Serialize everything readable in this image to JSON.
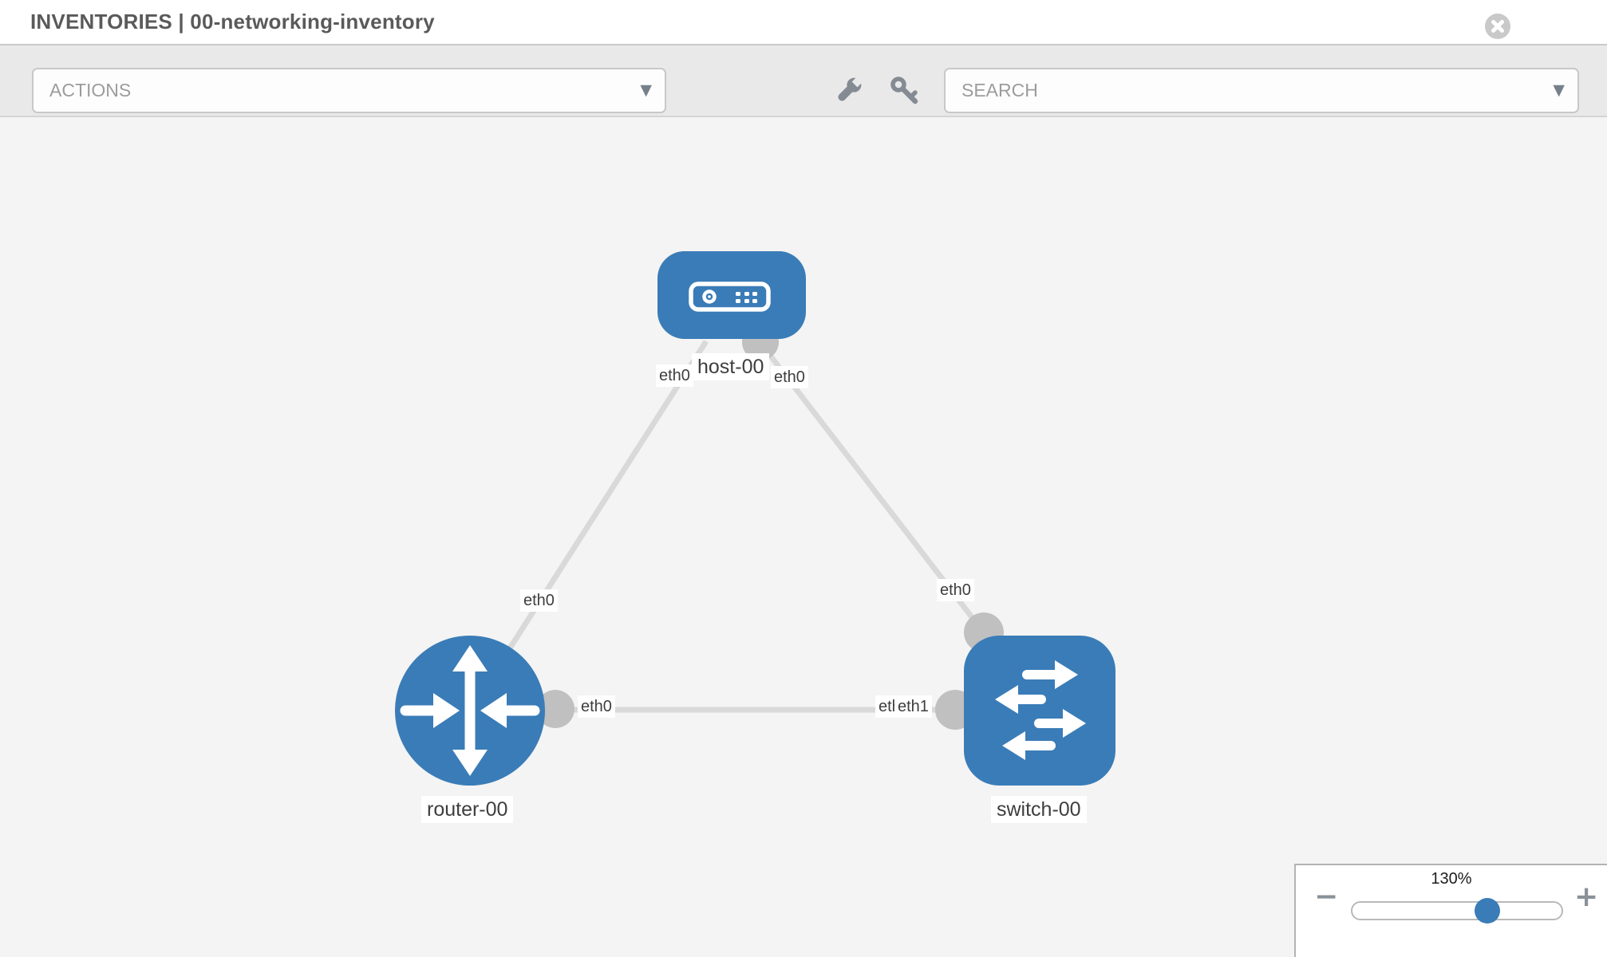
{
  "header": {
    "title": "INVENTORIES | 00-networking-inventory"
  },
  "toolbar": {
    "actions_label": "ACTIONS",
    "search_placeholder": "SEARCH"
  },
  "icons": {
    "dropdown": "▼",
    "minus": "−",
    "plus": "+"
  },
  "colors": {
    "node_blue": "#3a7cb7",
    "port_gray": "#c0c0c0",
    "link_gray": "#d9d9d9",
    "toolbar_icon_gray": "#848b93"
  },
  "topology": {
    "nodes": [
      {
        "id": "host-00",
        "type": "host",
        "label": "host-00"
      },
      {
        "id": "router-00",
        "type": "router",
        "label": "router-00"
      },
      {
        "id": "switch-00",
        "type": "switch",
        "label": "switch-00"
      }
    ],
    "links": [
      {
        "source": "host-00",
        "source_interface": "eth0",
        "target": "router-00",
        "target_interface": "eth0"
      },
      {
        "source": "host-00",
        "source_interface": "eth0",
        "target": "switch-00",
        "target_interface": "eth0"
      },
      {
        "source": "router-00",
        "source_interface": "eth0",
        "target": "switch-00",
        "target_interface": "eth1"
      }
    ],
    "interface_labels": [
      {
        "id": "host-left",
        "text": "eth0"
      },
      {
        "id": "host-right",
        "text": "eth0"
      },
      {
        "id": "router-top",
        "text": "eth0"
      },
      {
        "id": "switch-top",
        "text": "eth0"
      },
      {
        "id": "router-right",
        "text": "eth0"
      },
      {
        "id": "switch-mid-back",
        "text": "eth0"
      },
      {
        "id": "switch-mid-front",
        "text": "eth1"
      }
    ]
  },
  "zoom_control": {
    "level": "130%"
  }
}
